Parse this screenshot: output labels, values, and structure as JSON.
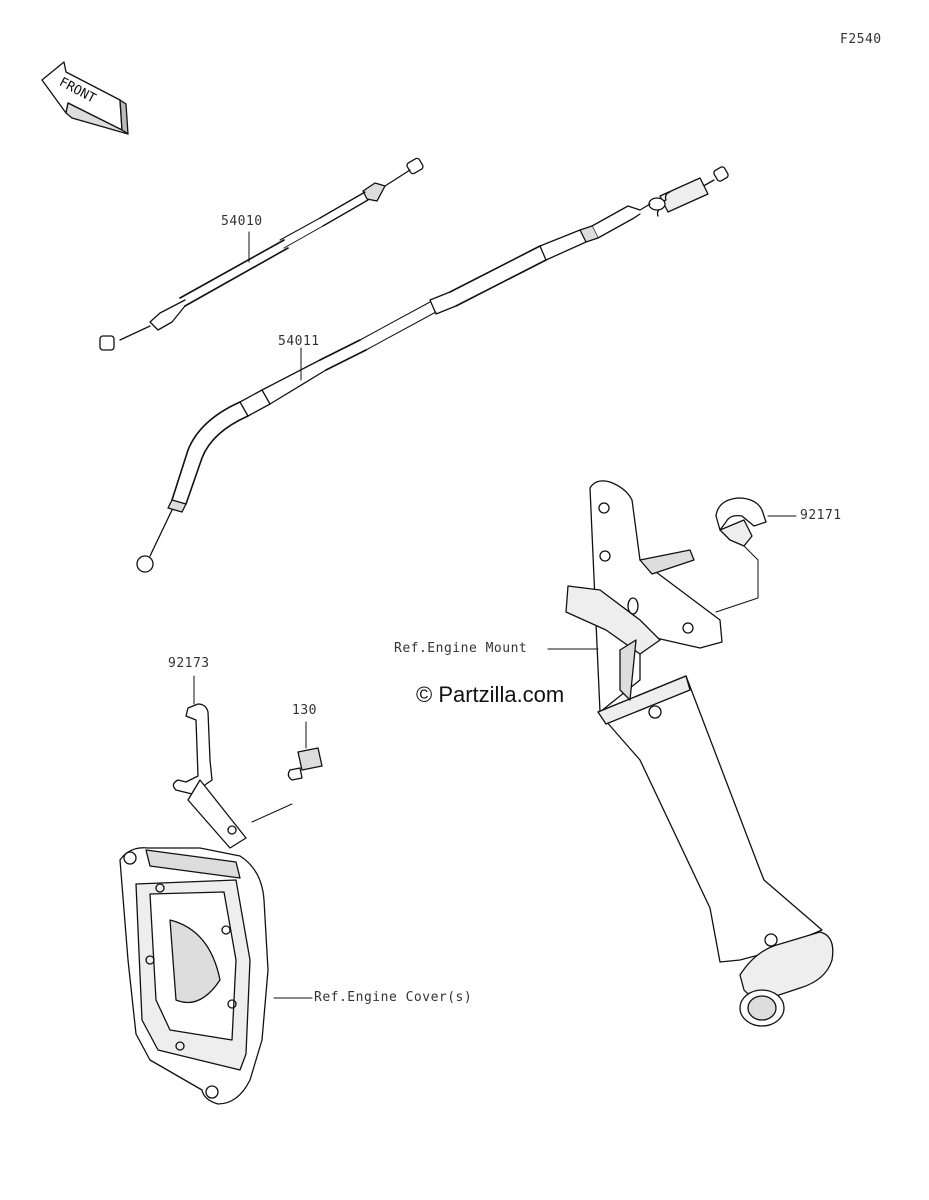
{
  "diagram_code": "F2540",
  "front_arrow_label": "FRONT",
  "watermark": "© Partzilla.com",
  "parts": {
    "cable_upper": "54010",
    "cable_lower": "54011",
    "clamp": "92171",
    "bracket": "92173",
    "bolt": "130"
  },
  "references": {
    "engine_mount": "Ref.Engine Mount",
    "engine_cover": "Ref.Engine Cover(s)"
  }
}
